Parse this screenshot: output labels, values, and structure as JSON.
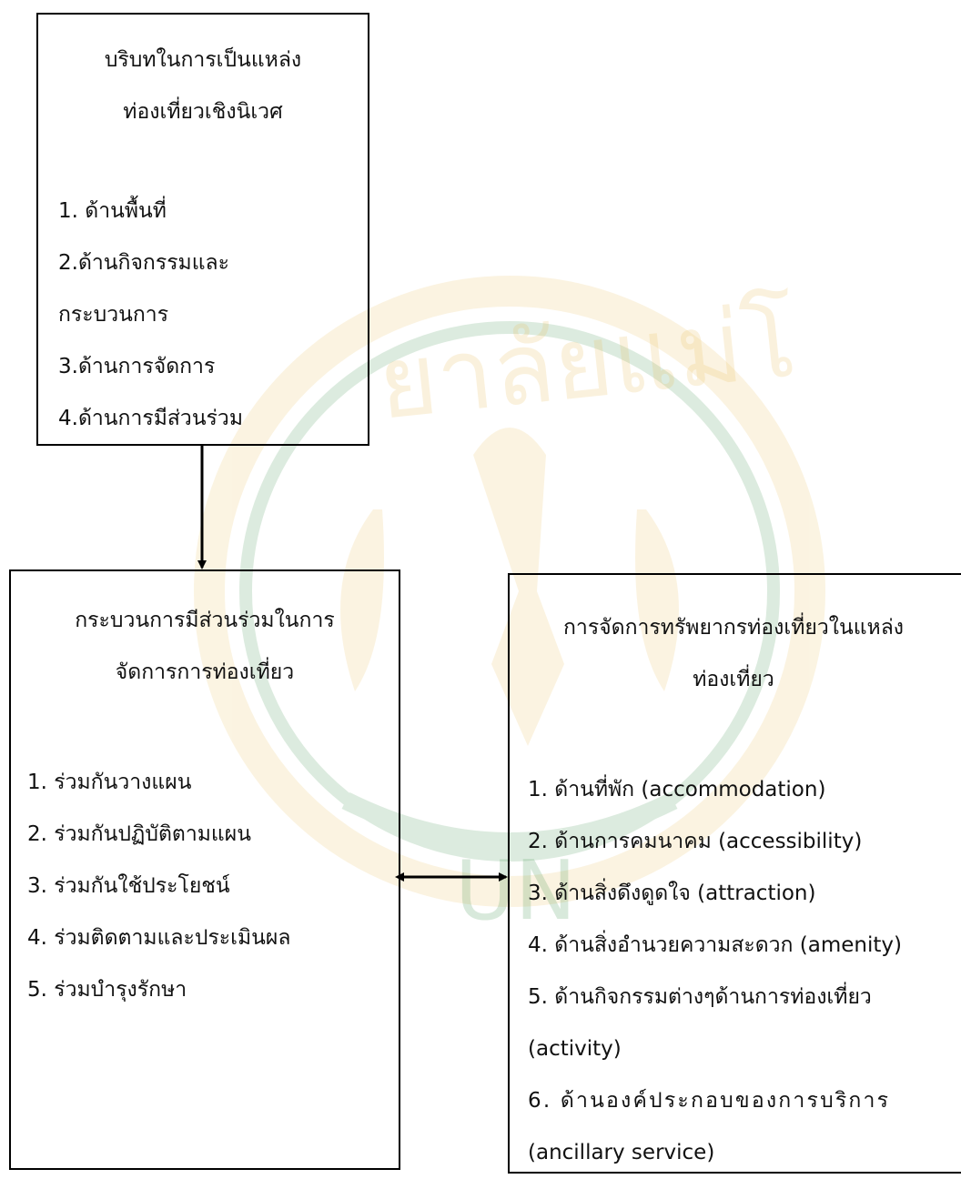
{
  "context_box": {
    "title_line1": "บริบทในการเป็นแหล่ง",
    "title_line2": "ท่องเที่ยวเชิงนิเวศ",
    "items": [
      "1. ด้านพื้นที่",
      "2.ด้านกิจกรรมและ",
      "กระบวนการ",
      "3.ด้านการจัดการ",
      "4.ด้านการมีส่วนร่วม"
    ]
  },
  "process_box": {
    "title_line1": "กระบวนการมีส่วนร่วมในการ",
    "title_line2": "จัดการการท่องเที่ยว",
    "items": [
      "1. ร่วมกันวางแผน",
      "2. ร่วมกันปฏิบัติตามแผน",
      "3. ร่วมกันใช้ประโยชน์",
      "4. ร่วมติดตามและประเมินผล",
      "5. ร่วมบำรุงรักษา"
    ]
  },
  "resource_box": {
    "title_line1": "การจัดการทรัพยากรท่องเที่ยวในแหล่ง",
    "title_line2": "ท่องเที่ยว",
    "items": [
      "1. ด้านที่พัก (accommodation)",
      "2. ด้านการคมนาคม (accessibility)",
      "3. ด้านสิ่งดึงดูดใจ (attraction)",
      "4. ด้านสิ่งอำนวยความสะดวก (amenity)",
      "5. ด้านกิจกรรมต่างๆด้านการท่องเที่ยว",
      "(activity)",
      "6. ด้านองค์ประกอบของการบริการ",
      "(ancillary service)"
    ]
  },
  "watermark": {
    "text_top": "ยาลัยแม่โ",
    "text_bottom": "UN",
    "colors": {
      "gold": "#e8b84a",
      "green": "#2f8a3c"
    }
  },
  "colors": {
    "border": "#000000",
    "arrow": "#000000",
    "text": "#111111"
  }
}
